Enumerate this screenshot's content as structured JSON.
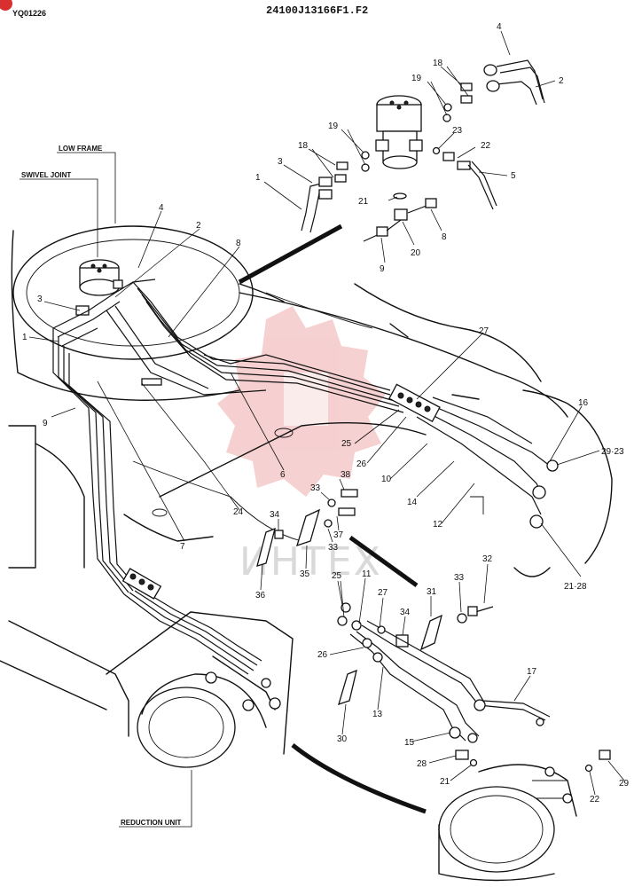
{
  "header": {
    "doc_code": "YQ01226",
    "figure_code": "24100J13166F1.F2"
  },
  "badge_color": "#d83030",
  "watermark": {
    "text": "ИНТЕХ",
    "color": "#e05a5a"
  },
  "tags": {
    "low_frame": "LOW FRAME",
    "swivel_joint": "SWIVEL JOINT",
    "reduction_unit": "REDUCTION UNIT"
  },
  "callouts": {
    "c_4a": "4",
    "c_2a": "2",
    "c_18a": "18",
    "c_19a": "19",
    "c_19b": "19",
    "c_18b": "18",
    "c_3a": "3",
    "c_1a": "1",
    "c_23a": "23",
    "c_22a": "22",
    "c_5": "5",
    "c_21a": "21",
    "c_8a": "8",
    "c_9a": "9",
    "c_20": "20",
    "c_4b": "4",
    "c_2b": "2",
    "c_8b": "8",
    "c_3b": "3",
    "c_1b": "1",
    "c_9b": "9",
    "c_27a": "27",
    "c_16": "16",
    "c_29_23": "29·23",
    "c_25a": "25",
    "c_26a": "26",
    "c_10": "10",
    "c_14": "14",
    "c_12": "12",
    "c_6": "6",
    "c_38": "38",
    "c_33a": "33",
    "c_24": "24",
    "c_34a": "34",
    "c_37": "37",
    "c_33b": "33",
    "c_7": "7",
    "c_35": "35",
    "c_36": "36",
    "c_21_28": "21·28",
    "c_32": "32",
    "c_25b": "25",
    "c_11": "11",
    "c_27b": "27",
    "c_31": "31",
    "c_33c": "33",
    "c_34b": "34",
    "c_26b": "26",
    "c_17": "17",
    "c_13": "13",
    "c_30": "30",
    "c_15": "15",
    "c_28": "28",
    "c_21b": "21",
    "c_29": "29",
    "c_22b": "22"
  }
}
